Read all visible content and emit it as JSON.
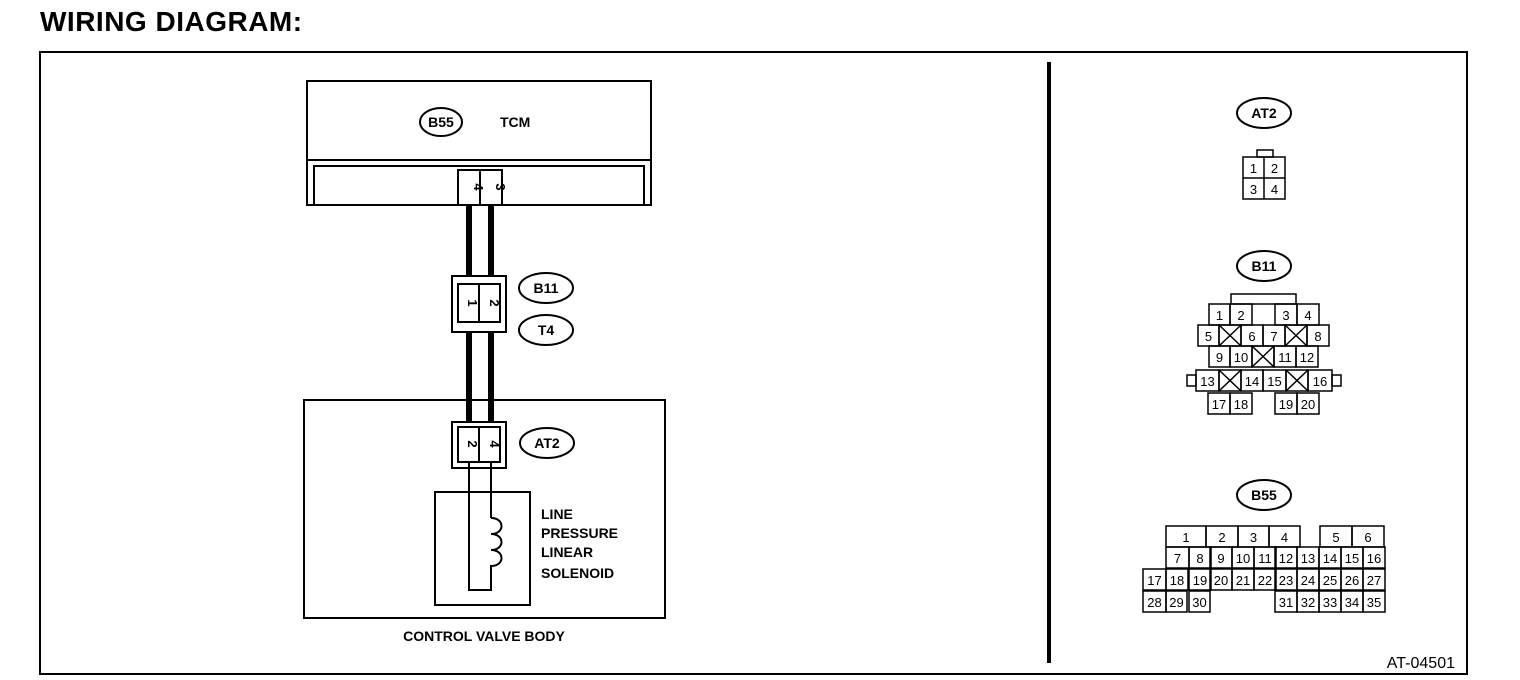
{
  "page_title": "WIRING DIAGRAM:",
  "figure_id": "AT-04501",
  "tcm": {
    "connector": "B55",
    "label": "TCM",
    "pins": [
      "4",
      "3"
    ]
  },
  "joint": {
    "upper_connector": "B11",
    "lower_connector": "T4",
    "pins": [
      "1",
      "2"
    ]
  },
  "control_valve_body": {
    "label": "CONTROL VALVE BODY",
    "connector": "AT2",
    "pins": [
      "2",
      "4"
    ],
    "solenoid_lines": [
      "LINE",
      "PRESSURE",
      "LINEAR",
      "SOLENOID"
    ]
  },
  "connector_views": {
    "at2": {
      "name": "AT2",
      "pins": [
        "1",
        "2",
        "3",
        "4"
      ]
    },
    "b11": {
      "name": "B11",
      "pins": [
        "1",
        "2",
        "3",
        "4",
        "5",
        "6",
        "7",
        "8",
        "9",
        "10",
        "11",
        "12",
        "13",
        "14",
        "15",
        "16",
        "17",
        "18",
        "19",
        "20"
      ]
    },
    "b55": {
      "name": "B55",
      "pins": [
        "1",
        "2",
        "3",
        "4",
        "5",
        "6",
        "7",
        "8",
        "9",
        "10",
        "11",
        "12",
        "13",
        "14",
        "15",
        "16",
        "17",
        "18",
        "19",
        "20",
        "21",
        "22",
        "23",
        "24",
        "25",
        "26",
        "27",
        "28",
        "29",
        "30",
        "31",
        "32",
        "33",
        "34",
        "35"
      ]
    }
  }
}
